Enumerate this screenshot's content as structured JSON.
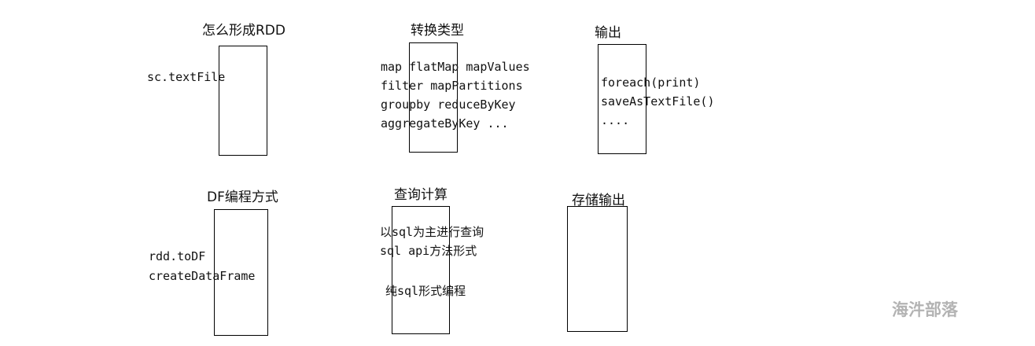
{
  "stages": [
    {
      "title": "怎么形成RDD",
      "lines": [
        "sc.textFile"
      ]
    },
    {
      "title": "转换类型",
      "lines": [
        "map flatMap mapValues",
        "filter mapPartitions",
        "groupby reduceByKey",
        "aggregateByKey ..."
      ]
    },
    {
      "title": "输出",
      "lines": [
        "foreach(print)",
        "saveAsTextFile()",
        "...."
      ]
    },
    {
      "title": "DF编程方式",
      "lines": [
        "rdd.toDF",
        "createDataFrame"
      ]
    },
    {
      "title": "查询计算",
      "lines": [
        "以sql为主进行查询",
        "sql api方法形式",
        "纯sql形式编程"
      ]
    },
    {
      "title": "存储输出",
      "lines": []
    }
  ],
  "watermark": "海汼部落"
}
